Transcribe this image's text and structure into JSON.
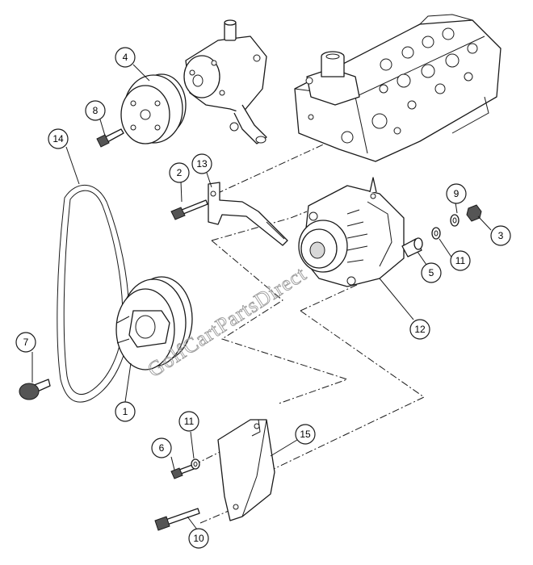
{
  "watermark": "GolfCartPartsDirect",
  "callouts": [
    {
      "id": "c1",
      "label": "1"
    },
    {
      "id": "c2",
      "label": "2"
    },
    {
      "id": "c3",
      "label": "3"
    },
    {
      "id": "c4",
      "label": "4"
    },
    {
      "id": "c5",
      "label": "5"
    },
    {
      "id": "c6",
      "label": "6"
    },
    {
      "id": "c7",
      "label": "7"
    },
    {
      "id": "c8",
      "label": "8"
    },
    {
      "id": "c9",
      "label": "9"
    },
    {
      "id": "c10",
      "label": "10"
    },
    {
      "id": "c11a",
      "label": "11"
    },
    {
      "id": "c11b",
      "label": "11"
    },
    {
      "id": "c12",
      "label": "12"
    },
    {
      "id": "c13",
      "label": "13"
    },
    {
      "id": "c14",
      "label": "14"
    },
    {
      "id": "c15",
      "label": "15"
    }
  ]
}
